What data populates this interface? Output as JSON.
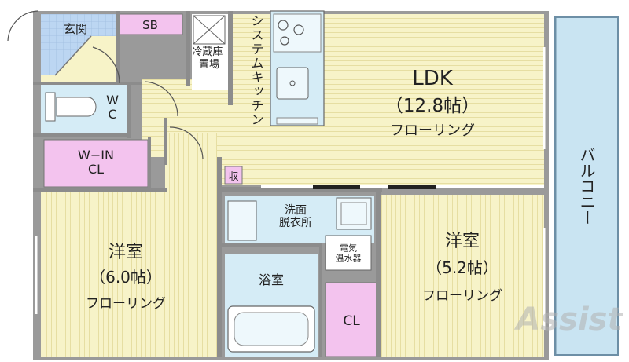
{
  "colors": {
    "floor": "#f7f3c8",
    "floor_line": "#e4dc9f",
    "wet_area": "#d5ecf6",
    "storage": "#f3c3ee",
    "entrance": "#bfd9f4",
    "balcony": "#c9e4f2",
    "wall": "#8c8c8c",
    "outline": "#555555"
  },
  "rooms": {
    "entrance": "玄関",
    "shoe_box": "SB",
    "toilet": "W\nC",
    "walk_in_closet": "W−IN\nCL",
    "fridge_space": "冷蔵庫\n置場",
    "kitchen": "システムキッチン",
    "ldk_name": "LDK",
    "ldk_size": "（12.8帖）",
    "ldk_floor": "フローリング",
    "storage_small": "収",
    "washroom": "洗面\n脱衣所",
    "water_heater": "電気\n温水器",
    "bathroom": "浴室",
    "closet": "CL",
    "western_left_name": "洋室",
    "western_left_size": "（6.0帖）",
    "western_left_floor": "フローリング",
    "western_right_name": "洋室",
    "western_right_size": "（5.2帖）",
    "western_right_floor": "フローリング",
    "balcony": "バルコニー"
  },
  "watermark": "Assist"
}
